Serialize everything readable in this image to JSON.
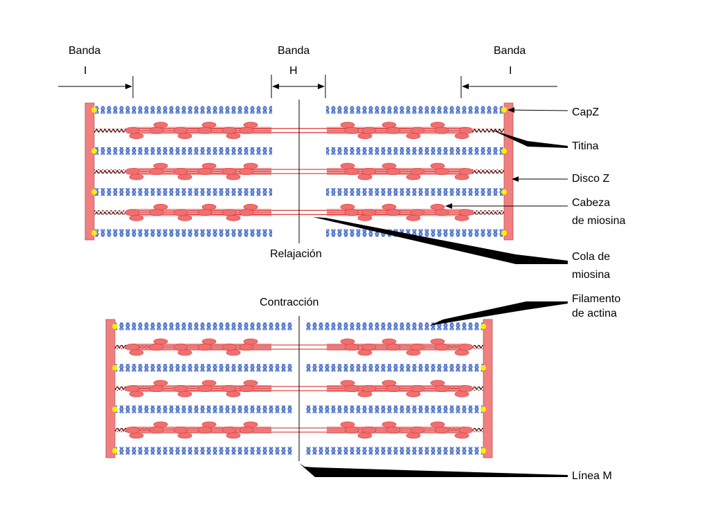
{
  "band_labels": {
    "left": {
      "line1": "Banda",
      "line2": "I"
    },
    "center": {
      "line1": "Banda",
      "line2": "H"
    },
    "right": {
      "line1": "Banda",
      "line2": "I"
    }
  },
  "state_labels": {
    "relaxed": "Relajación",
    "contracted": "Contracción"
  },
  "callouts": {
    "capz": "CapZ",
    "titina": "Titina",
    "disco_z": "Disco Z",
    "cabeza_line1": "Cabeza",
    "cabeza_line2": "de miosina",
    "cola_line1": "Cola de",
    "cola_line2": "miosina",
    "filamento_line1": "Filamento",
    "filamento_line2": "de actina",
    "linea_m": "Línea M"
  },
  "colors": {
    "z_disc": "#f08080",
    "actin_fill": "#7aa0e8",
    "actin_stroke": "#2244aa",
    "capz": "#ffee00",
    "myosin": "#e04848",
    "myosin_head": "#f07070",
    "titin": "#6b1010",
    "line": "#000000"
  }
}
